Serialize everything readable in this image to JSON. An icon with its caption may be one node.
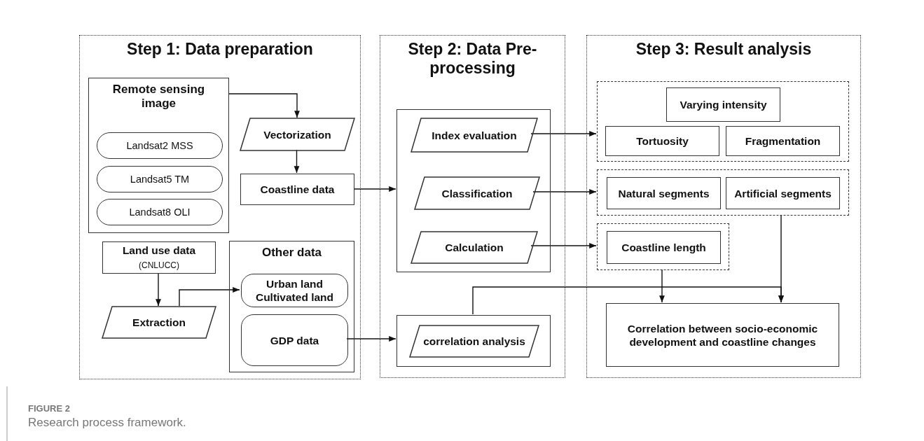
{
  "diagram": {
    "caption": "Research process framework.",
    "nodes": [
      {
        "text": [
          "Step 1: Data preparation"
        ]
      },
      {
        "text": [
          "Remote sensing image"
        ],
        "in": 0
      },
      {
        "text": [
          "Landsat2 MSS"
        ],
        "in": 1
      },
      {
        "text": [
          "Landsat5 TM"
        ],
        "in": 1
      },
      {
        "text": [
          "Landsat8 OLI"
        ],
        "in": 1
      },
      {
        "text": [
          "Vectorization"
        ],
        "in": 0
      },
      {
        "text": [
          "Coastline data"
        ],
        "in": 0
      },
      {
        "text": [
          "Land use data",
          "(CNLUCC)"
        ],
        "in": 0
      },
      {
        "text": [
          "Extraction"
        ],
        "in": 0
      },
      {
        "text": [
          "Other data"
        ],
        "in": 0
      },
      {
        "text": [
          "Urban land Cultivated land"
        ],
        "in": 9
      },
      {
        "text": [
          "GDP data"
        ],
        "in": 9
      },
      {
        "text": [
          "Step 2: Data Pre-processing"
        ]
      },
      {
        "text": [],
        "shape": "box",
        "in": 12
      },
      {
        "text": [
          "Index evaluation"
        ],
        "in": 13
      },
      {
        "text": [
          "Classification"
        ],
        "in": 13
      },
      {
        "text": [
          "Calculation"
        ],
        "in": 13
      },
      {
        "text": [],
        "shape": "box",
        "in": 12
      },
      {
        "text": [
          "correlation analysis"
        ],
        "in": 17
      },
      {
        "text": [
          "Step 3: Result analysis"
        ]
      },
      {
        "text": [],
        "shape": "box",
        "in": 19
      },
      {
        "text": [
          "Varying intensity"
        ],
        "in": 20
      },
      {
        "text": [
          "Tortuosity"
        ],
        "in": 20
      },
      {
        "text": [
          "Fragmentation"
        ],
        "in": 20
      },
      {
        "text": [],
        "shape": "box",
        "in": 19
      },
      {
        "text": [
          "Natural segments"
        ],
        "in": 24
      },
      {
        "text": [
          "Artificial segments"
        ],
        "in": 24
      },
      {
        "text": [],
        "shape": "box",
        "in": 19
      },
      {
        "text": [
          "Coastline length"
        ],
        "in": 27
      },
      {
        "text": [
          "Correlation between socio-economic development and coastline changes"
        ],
        "in": 19
      }
    ],
    "edges": [
      {
        "from": 1,
        "to": 5,
        "arrow": "to"
      },
      {
        "from": 5,
        "to": 6,
        "arrow": "to"
      },
      {
        "from": 6,
        "to": 13,
        "arrow": "to"
      },
      {
        "from": 7,
        "to": 8,
        "arrow": "to"
      },
      {
        "from": 8,
        "to": 10,
        "arrow": "to"
      },
      {
        "from": 11,
        "to": 17,
        "arrow": "to"
      },
      {
        "from": 14,
        "to": 20,
        "arrow": "to"
      },
      {
        "from": 15,
        "to": 24,
        "arrow": "to"
      },
      {
        "from": 16,
        "to": 27,
        "arrow": "to"
      },
      {
        "from": 17,
        "to": 29,
        "arrow": "to"
      },
      {
        "from": 27,
        "to": 29,
        "arrow": "to"
      },
      {
        "from": 24,
        "to": 29,
        "arrow": "to"
      }
    ],
    "labels": [
      "FIGURE 2"
    ]
  }
}
